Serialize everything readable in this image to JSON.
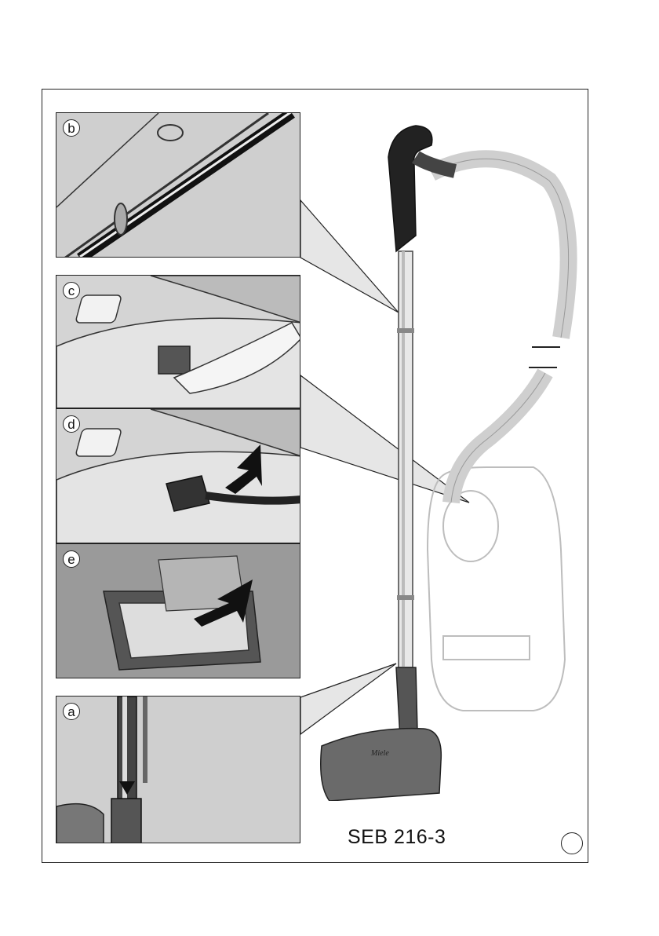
{
  "panels": {
    "b": {
      "label": "b"
    },
    "c": {
      "label": "c"
    },
    "d": {
      "label": "d"
    },
    "e": {
      "label": "e"
    },
    "a": {
      "label": "a"
    }
  },
  "model": {
    "text": "SEB 216-3"
  },
  "brand": {
    "text": "Miele"
  },
  "colors": {
    "outline": "#222222",
    "panel_gray": "#c9c9c9",
    "faint": "#bdbdbd"
  }
}
